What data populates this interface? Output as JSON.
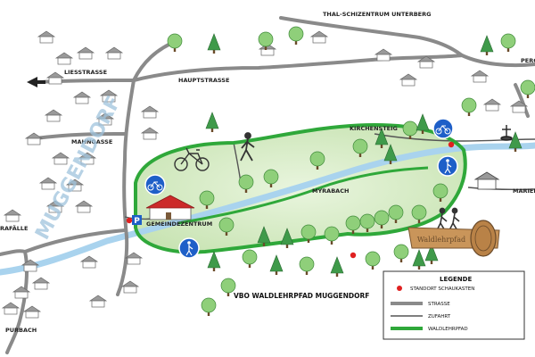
{
  "map": {
    "title": "VBO WALDLEHRPFAD MUGGENDORF",
    "village": "MUGGENDORF",
    "labels": {
      "thal": "THAL-SCHIZENTRUM UNTERBERG",
      "perg": "PERG",
      "liesstrasse": "LIESSTRASSE",
      "hauptstrasse": "HAUPTSTRASSE",
      "mahngasse": "MAHNGASSE",
      "kirchensteig": "KIRCHENSTEIG",
      "myrabach": "MYRABACH",
      "gemeindezentrum": "GEMEINDEZENTRUM",
      "mariensee": "MARIEN",
      "rafaelle": "RAFÄLLE",
      "purbach": "PURBACH"
    },
    "parking_symbol": "P",
    "signpost_text": "Waldlehrpfad"
  },
  "legend": {
    "title": "LEGENDE",
    "items": [
      {
        "label": "STANDORT SCHAUKASTEN",
        "symbol": "red-dot",
        "color": "#e02020"
      },
      {
        "label": "STRASSE",
        "symbol": "thick-line",
        "color": "#8a8a8a"
      },
      {
        "label": "ZUFAHRT",
        "symbol": "thin-line",
        "color": "#555555"
      },
      {
        "label": "WALDLEHRPFAD",
        "symbol": "green-line",
        "color": "#2fa83a"
      }
    ]
  },
  "colors": {
    "road": "#8a8a8a",
    "access": "#555555",
    "trail": "#2fa83a",
    "meadow": "#d8ecc8",
    "river": "#a9d3ee",
    "marker": "#e02020",
    "sign_blue": "#1e5fc8"
  }
}
